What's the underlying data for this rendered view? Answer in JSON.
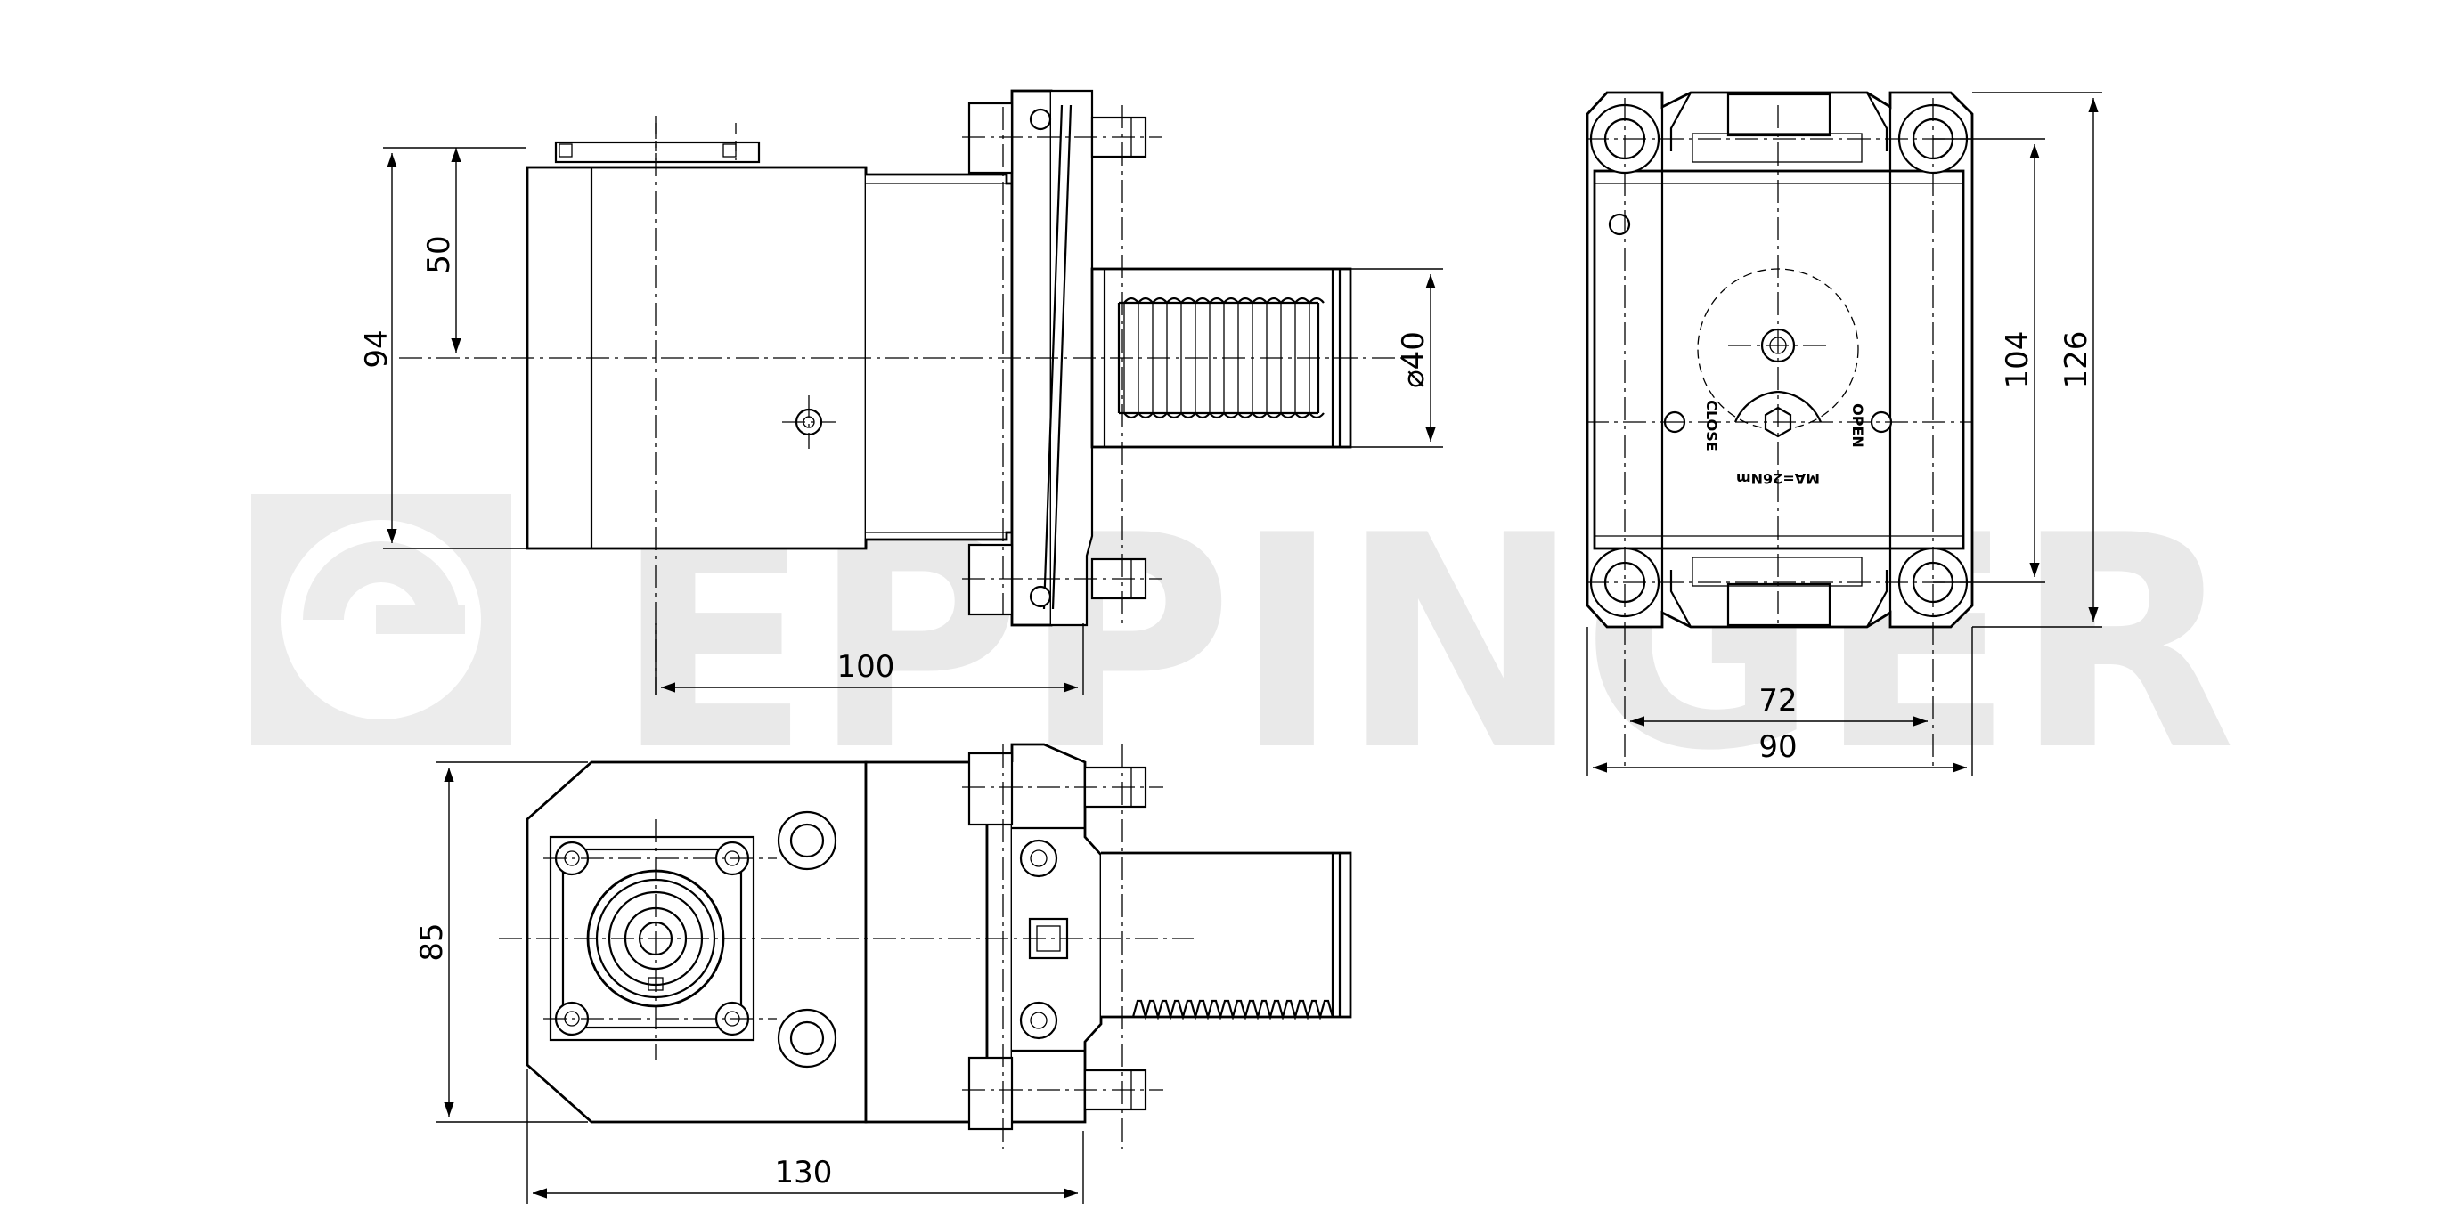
{
  "watermark": {
    "brand": "EPPINGER"
  },
  "dimensions": {
    "side_view": {
      "height_94": "94",
      "height_50": "50",
      "length_100": "100",
      "diameter": "⌀40"
    },
    "end_view": {
      "width_72": "72",
      "width_90": "90",
      "height_104": "104",
      "height_126": "126"
    },
    "top_view": {
      "height_85": "85",
      "length_130": "130"
    }
  },
  "labels": {
    "close": "CLOSE",
    "open": "OPEN",
    "torque": "MA=26Nm"
  }
}
